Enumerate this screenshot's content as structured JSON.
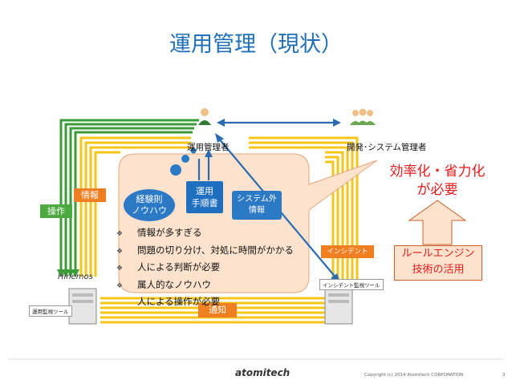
{
  "title": "運用管理（現状）",
  "labels": {
    "ops_manager": "運用管理者",
    "dev_manager": "開発･システム管理者",
    "info": "情報",
    "operation": "操作",
    "notify": "通知",
    "incident": "インシデント",
    "incident_tool": "インシデント監視ツール",
    "monitor_tool": "運用監視ツール",
    "hinemos": "Hinemos"
  },
  "thought_bubble": {
    "experience": [
      "経験則",
      "ノウハウ"
    ],
    "procedure": [
      "運用",
      "手順書"
    ],
    "outside_system": [
      "システム外",
      "情報"
    ]
  },
  "bullets": [
    "情報が多すぎる",
    "問題の切り分け、対処に時間がかかる",
    "人による判断が必要",
    "属人的なノウハウ",
    "人による操作が必要"
  ],
  "bullet_marker": "❖",
  "bullet_marker_count": 4,
  "goal": [
    "効率化・省力化",
    "が必要"
  ],
  "solution": [
    "ルールエンジン",
    "技術の活用"
  ],
  "footer": {
    "logo": "atomitech",
    "copyright": "Copyright (c) 2014 Atomitech CORPORATION",
    "page": "3"
  },
  "colors": {
    "title": "#1e6fb8",
    "green_lines": "#3a9d3a",
    "yellow_lines": "#f5c518",
    "bubble_fill": "#fde3cd",
    "accent_red": "#e41b1b",
    "blue_box": "#1f6fc0",
    "orange_badge": "#f07f22",
    "green_badge": "#4da83f"
  }
}
